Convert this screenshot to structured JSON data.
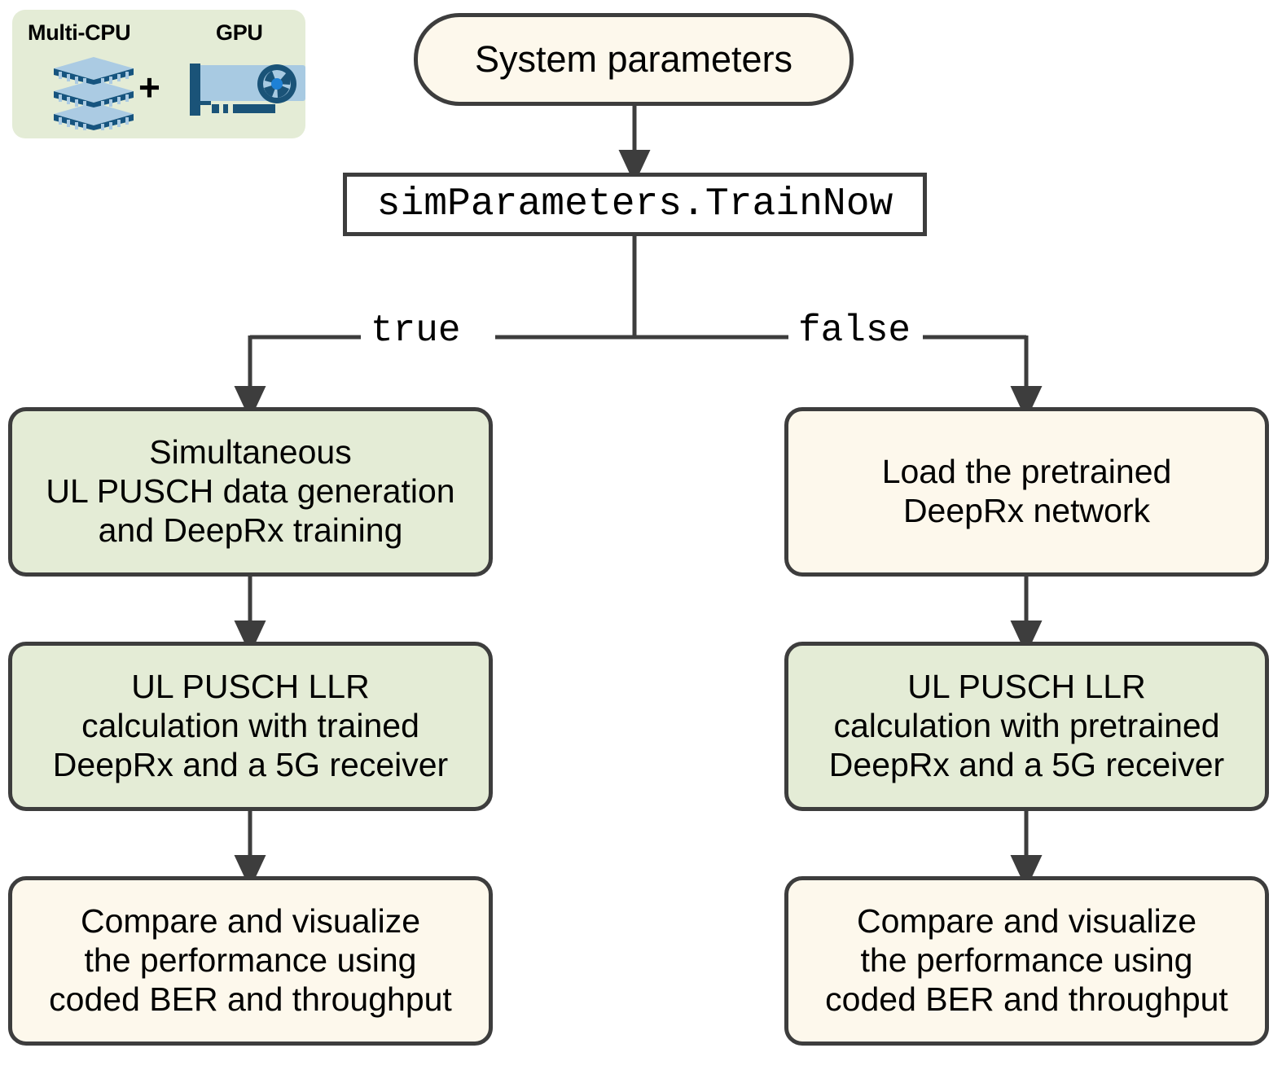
{
  "legend": {
    "cpu_label": "Multi-CPU",
    "gpu_label": "GPU",
    "plus": "+",
    "cpu_icon": "cpu-stack-icon",
    "gpu_icon": "gpu-card-icon",
    "background_color": "#e4ecd6"
  },
  "flow": {
    "start": {
      "text": "System parameters",
      "fill": "#fdf8ec",
      "shape": "terminal"
    },
    "decision": {
      "text": "simParameters.TrainNow",
      "fill": "#ffffff",
      "shape": "rectangle"
    },
    "branch_labels": {
      "true": "true",
      "false": "false"
    },
    "left_branch": [
      {
        "lines": [
          "Simultaneous",
          "UL PUSCH data generation",
          "and DeepRx training"
        ],
        "fill": "#e4ecd6"
      },
      {
        "lines": [
          "UL PUSCH LLR",
          "calculation with trained",
          "DeepRx and a 5G receiver"
        ],
        "fill": "#e4ecd6"
      },
      {
        "lines": [
          "Compare and visualize",
          "the performance using",
          "coded BER and throughput"
        ],
        "fill": "#fdf8ec"
      }
    ],
    "right_branch": [
      {
        "lines": [
          "Load the pretrained",
          "DeepRx network"
        ],
        "fill": "#fdf8ec"
      },
      {
        "lines": [
          "UL PUSCH LLR",
          "calculation with pretrained",
          "DeepRx and a 5G receiver"
        ],
        "fill": "#e4ecd6"
      },
      {
        "lines": [
          "Compare and visualize",
          "the performance using",
          "coded BER and throughput"
        ],
        "fill": "#fdf8ec"
      }
    ]
  },
  "colors": {
    "stroke": "#3d3d3d",
    "green_fill": "#e4ecd6",
    "cream_fill": "#fdf8ec",
    "cpu_light": "#abcbe3",
    "cpu_dark": "#16547f",
    "gpu_light": "#a8cae2",
    "gpu_dark": "#1a5378",
    "gpu_hub": "#1e81d6"
  }
}
